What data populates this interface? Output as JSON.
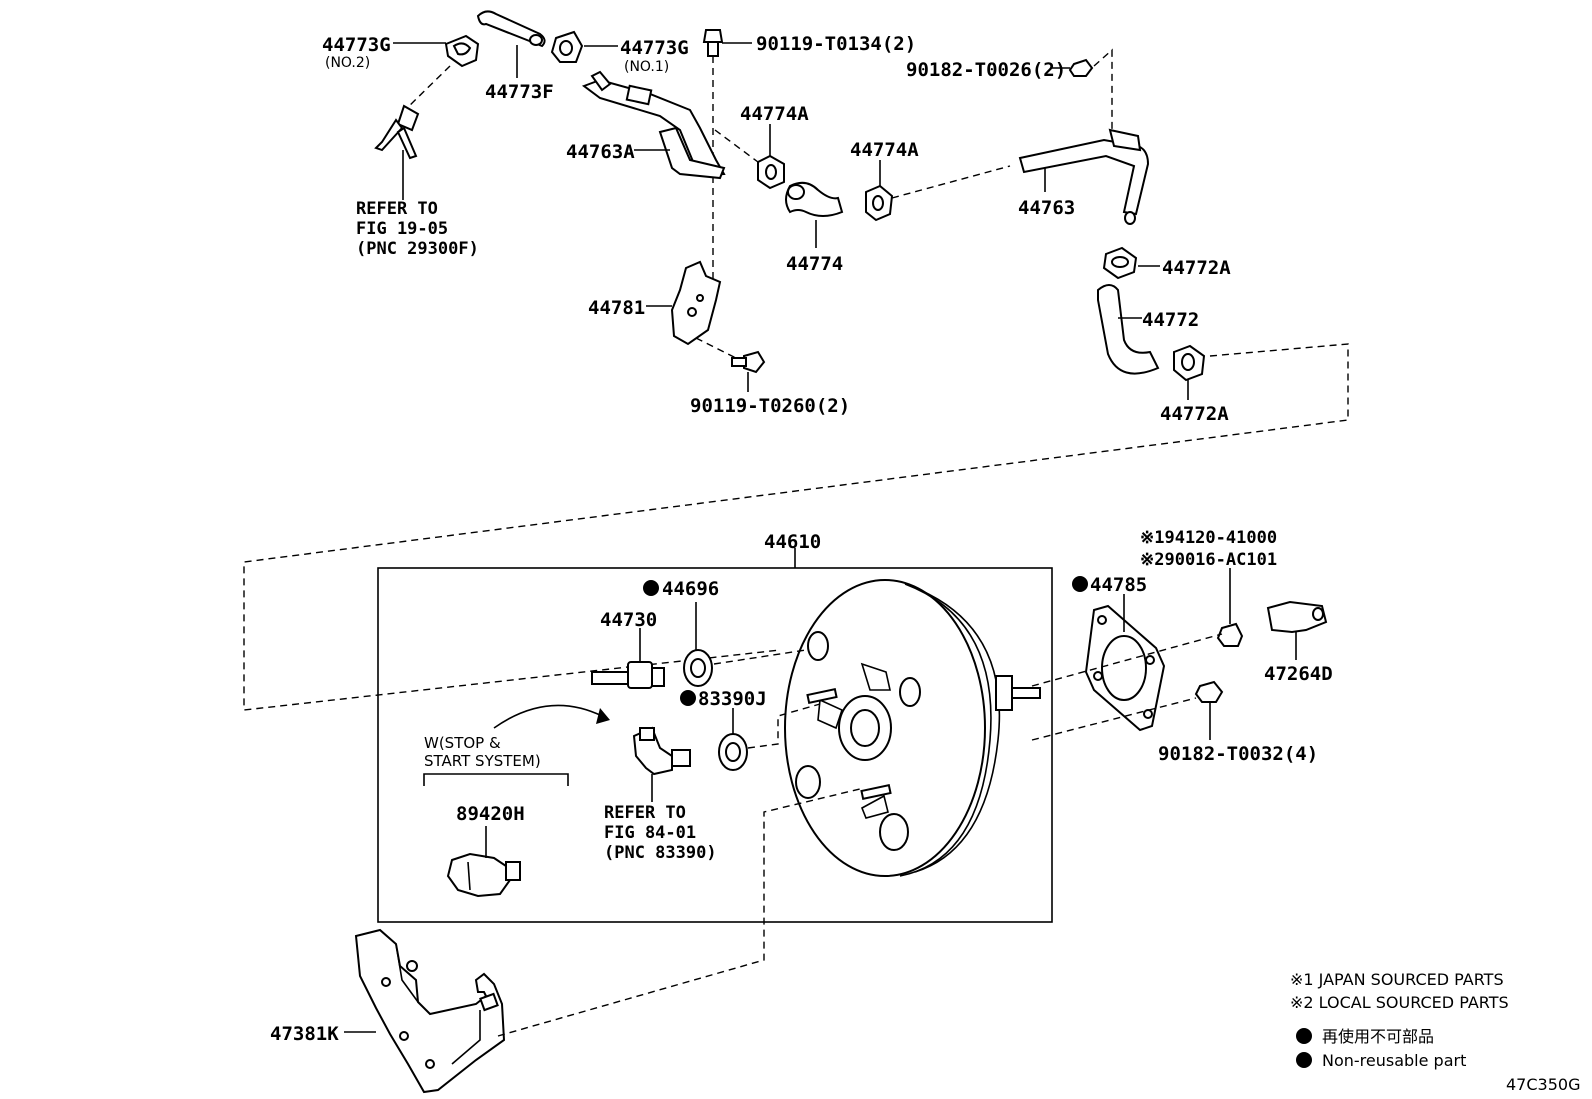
{
  "labels": {
    "p44773g_no2": "44773G",
    "p44773g_no2_sub": "(NO.2)",
    "p44773f": "44773F",
    "p44773g_no1": "44773G",
    "p44773g_no1_sub": "(NO.1)",
    "p90119_t0134": "90119-T0134(2)",
    "p90182_t0026": "90182-T0026(2)",
    "p44774a_1": "44774A",
    "p44774a_2": "44774A",
    "p44763a": "44763A",
    "p44763": "44763",
    "p44774": "44774",
    "p44772a_1": "44772A",
    "p44772": "44772",
    "p44772a_2": "44772A",
    "p44781": "44781",
    "p90119_t0260": "90119-T0260(2)",
    "ref1905_l1": "REFER TO",
    "ref1905_l2": "FIG 19-05",
    "ref1905_l3": "(PNC 29300F)",
    "p44610": "44610",
    "p44696": "44696",
    "p44730": "44730",
    "p83390j": "83390J",
    "p44785": "44785",
    "note_194120": "※194120-41000",
    "note_290016": "※290016-AC101",
    "p47264d": "47264D",
    "p90182_t0032": "90182-T0032(4)",
    "wstop_l1": "W(STOP &",
    "wstop_l2": "START SYSTEM)",
    "p89420h": "89420H",
    "ref8401_l1": "REFER TO",
    "ref8401_l2": "FIG 84-01",
    "ref8401_l3": "(PNC 83390)",
    "p47381k": "47381K"
  },
  "legend": {
    "line1": "※1 JAPAN SOURCED PARTS",
    "line2": "※2 LOCAL SOURCED PARTS",
    "line3": "再使用不可部品",
    "line4": "Non-reusable part"
  },
  "illustration_code": "47C350G",
  "colors": {
    "ink": "#000000",
    "paper": "#ffffff"
  }
}
